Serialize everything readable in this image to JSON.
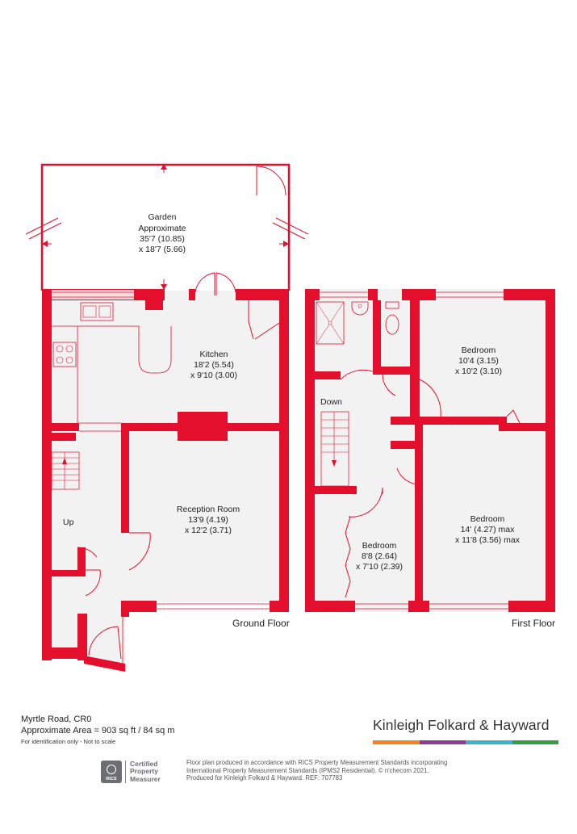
{
  "colors": {
    "wall": "#e30f2d",
    "floor": "#f2f2f2",
    "line": "#e30f2d",
    "brand_bar": [
      "#f58220",
      "#8b3d96",
      "#3ab4c8",
      "#34a046"
    ]
  },
  "garden": {
    "name": "Garden",
    "line2": "Approximate",
    "size1": "35'7 (10.85)",
    "size2": "x 18'7 (5.66)"
  },
  "ground_floor": {
    "label": "Ground Floor",
    "kitchen": {
      "name": "Kitchen",
      "size1": "18'2 (5.54)",
      "size2": "x 9'10 (3.00)"
    },
    "reception": {
      "name": "Reception Room",
      "size1": "13'9 (4.19)",
      "size2": "x 12'2 (3.71)"
    },
    "stairs_label": "Up"
  },
  "first_floor": {
    "label": "First Floor",
    "stairs_label": "Down",
    "bedroom1": {
      "name": "Bedroom",
      "size1": "10'4 (3.15)",
      "size2": "x 10'2 (3.10)"
    },
    "bedroom2": {
      "name": "Bedroom",
      "size1": "14' (4.27) max",
      "size2": "x 11'8 (3.56) max"
    },
    "bedroom3": {
      "name": "Bedroom",
      "size1": "8'8 (2.64)",
      "size2": "x 7'10 (2.39)"
    }
  },
  "footer": {
    "address": "Myrtle Road, CR0",
    "area": "Approximate Area = 903 sq ft / 84 sq m",
    "note": "For identification only - Not to scale",
    "brand": "Kinleigh Folkard & Hayward",
    "rics_badge": "RICS",
    "rics_line1": "Certified",
    "rics_line2": "Property",
    "rics_line3": "Measurer",
    "disclaimer1": "Floor plan produced in accordance with RICS Property Measurement Standards incorporating",
    "disclaimer2": "International Property Measurement Standards (IPMS2 Residential).  © n'checom 2021.",
    "disclaimer3": "Produced for Kinleigh Folkard & Hayward.   REF: 707783"
  }
}
